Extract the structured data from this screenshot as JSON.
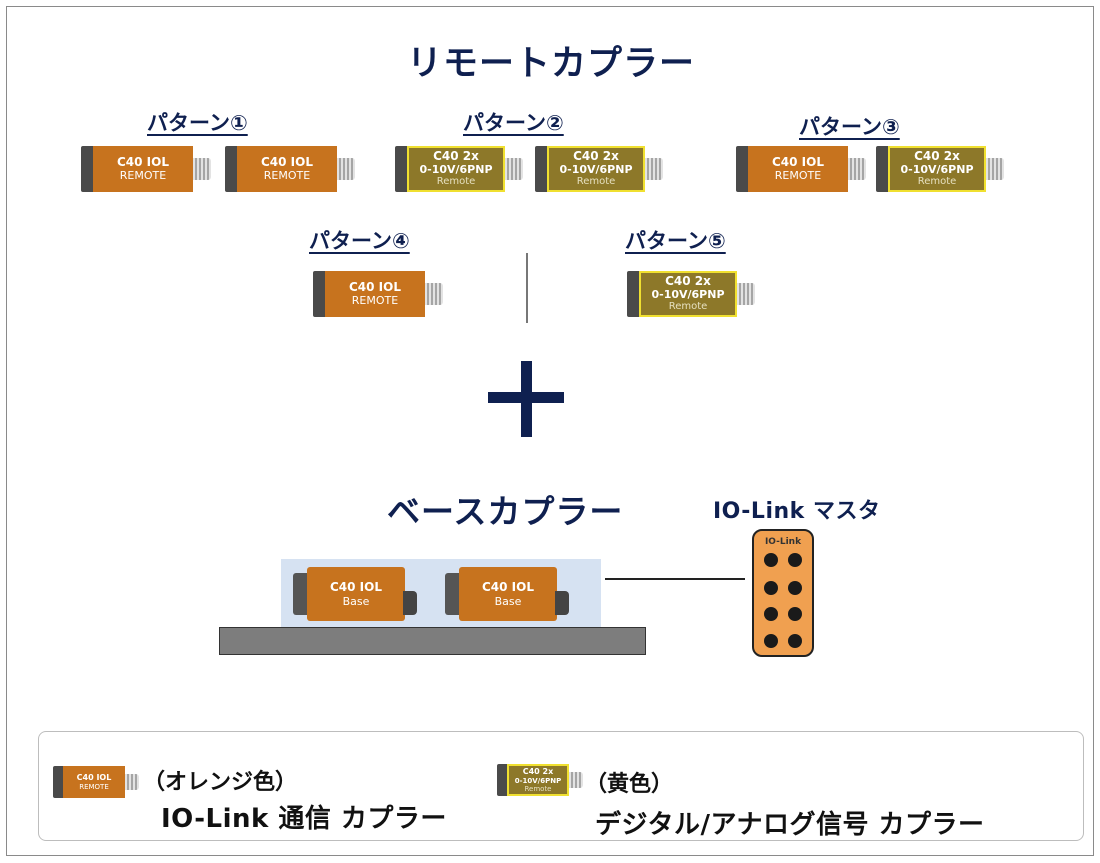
{
  "main_title": "リモートカプラー",
  "patterns": [
    {
      "label": "パターン①"
    },
    {
      "label": "パターン②"
    },
    {
      "label": "パターン③"
    },
    {
      "label": "パターン④"
    },
    {
      "label": "パターン⑤"
    }
  ],
  "modules": {
    "iol_remote": {
      "line1": "C40 IOL",
      "line2": "REMOTE"
    },
    "analog_remote": {
      "line1": "C40 2x",
      "line2": "0-10V/6PNP",
      "line3": "Remote"
    },
    "iol_base": {
      "line1": "C40 IOL",
      "line2": "Base"
    }
  },
  "base_title": "ベースカプラー",
  "master": {
    "title": "IO-Link マスタ",
    "device_label": "IO-Link"
  },
  "legend": {
    "orange": {
      "color_label": "（オレンジ色）",
      "description": "IO-Link 通信 カプラー"
    },
    "yellow": {
      "color_label": "（黄色）",
      "description": "デジタル/アナログ信号 カプラー"
    }
  },
  "colors": {
    "title": "#0f2050",
    "orange_module": "#c7731e",
    "olive_module": "#8d7829",
    "olive_border": "#f0e030",
    "master_body": "#f0a050",
    "base_panel": "#d6e2f2"
  }
}
